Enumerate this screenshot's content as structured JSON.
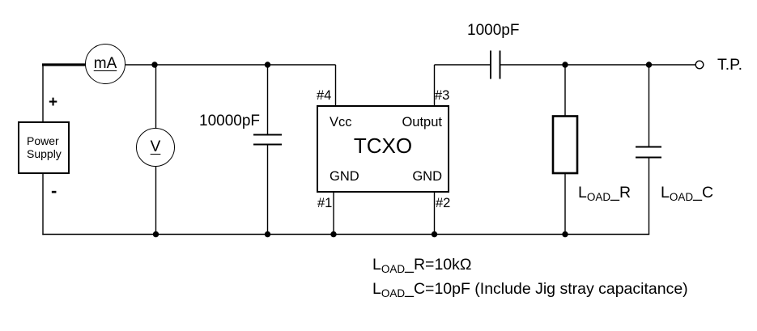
{
  "colors": {
    "background": "#ffffff",
    "ink": "#000000"
  },
  "power_supply": {
    "line1": "Power",
    "line2": "Supply",
    "plus": "+",
    "minus": "-"
  },
  "meters": {
    "ammeter_label": "mA",
    "voltmeter_label": "V"
  },
  "capacitors": {
    "bypass_label": "10000pF",
    "coupling_label": "1000pF"
  },
  "tcxo": {
    "title": "TCXO",
    "vcc": "Vcc",
    "output": "Output",
    "gnd_left": "GND",
    "gnd_right": "GND",
    "pin4": "#4",
    "pin3": "#3",
    "pin1": "#1",
    "pin2": "#2"
  },
  "test_point": {
    "label": "T.P."
  },
  "load_labels": {
    "resistor": {
      "main": "L",
      "sub": "OAD",
      "rest": "_R"
    },
    "capacitor": {
      "main": "L",
      "sub": "OAD",
      "rest": "_C"
    }
  },
  "notes": {
    "line1": {
      "main": "L",
      "sub": "OAD",
      "rest": "_R=10kΩ"
    },
    "line2": {
      "main": "L",
      "sub": "OAD",
      "rest": "_C=10pF (Include Jig stray capacitance)"
    }
  }
}
